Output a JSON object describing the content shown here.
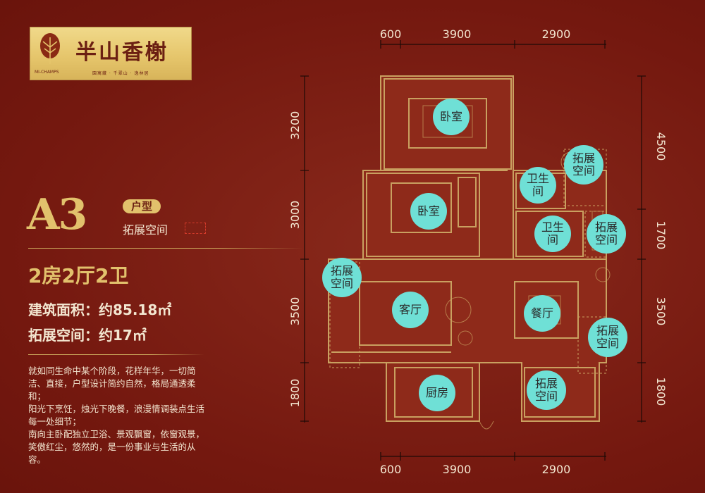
{
  "logo": {
    "title": "半山香榭",
    "brand_en": "MI-CHAMPS",
    "tagline": "園寓藏 · 千翠山 · 逸林居"
  },
  "unit": {
    "code": "A3",
    "type_badge": "户型",
    "extension_legend": "拓展空间",
    "rooms": "2房2厅2卫",
    "building_area": "建筑面积：约85.18㎡",
    "extension_area": "拓展空间：约17㎡"
  },
  "description": [
    "就如同生命中某个阶段，花样年华，一切简洁、直接，户型设计简约自然，格局通透柔和；",
    "阳光下烹饪，烛光下晚餐，浪漫情调装点生活每一处细节；",
    "南向主卧配独立卫浴、景观飘窗，依窗观景，笑傲红尘，悠然的，是一份事业与生活的从容。"
  ],
  "dimensions": {
    "top": [
      "600",
      "3900",
      "2900"
    ],
    "bottom": [
      "600",
      "3900",
      "2900"
    ],
    "left": [
      "3200",
      "3000",
      "3500",
      "1800"
    ],
    "right": [
      "4500",
      "1700",
      "3500",
      "1800"
    ]
  },
  "room_labels": {
    "bedroom1": "卧室",
    "bedroom2": "卧室",
    "bath1": "卫生间",
    "bath2": "卫生间",
    "ext1": "拓展空间",
    "ext2": "拓展空间",
    "ext3": "拓展空间",
    "ext4": "拓展空间",
    "ext5": "拓展空间",
    "living": "客厅",
    "dining": "餐厅",
    "kitchen": "厨房"
  },
  "colors": {
    "background": "#7a1e16",
    "gold": "#e2c16c",
    "bubble": "#6fe0d6",
    "plan_line": "#c9a060"
  }
}
